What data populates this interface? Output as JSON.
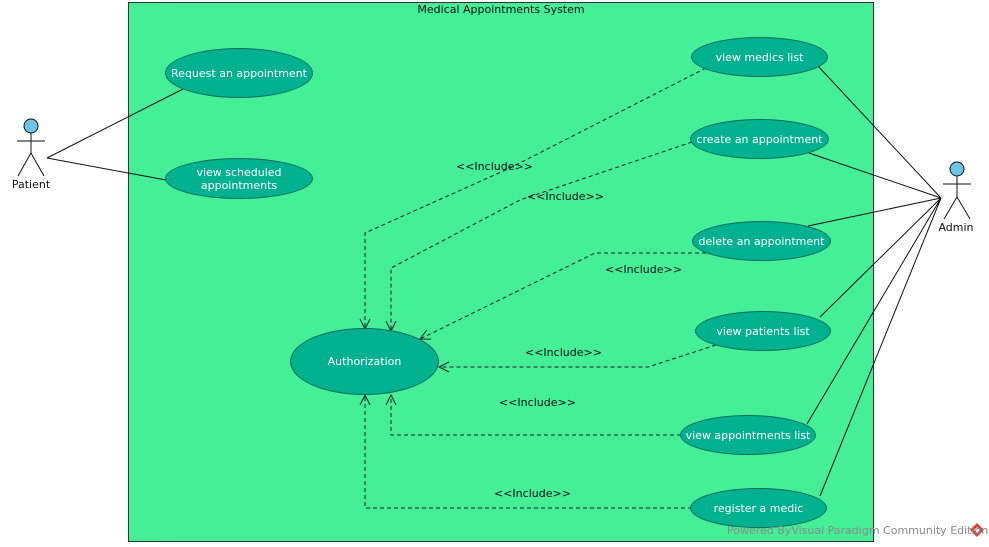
{
  "system": {
    "title": "Medical Appointments System",
    "fill_color": "#44ef98",
    "usecase_color": "#02b190",
    "actor_color": "#6cc4e8"
  },
  "actors": {
    "patient": "Patient",
    "admin": "Admin"
  },
  "use_cases": {
    "request_appointment": "Request an appointment",
    "view_scheduled_line1": "view scheduled",
    "view_scheduled_line2": "appointments",
    "view_medics_list": "view medics list",
    "create_appointment": "create an appointment",
    "delete_appointment": "delete an appointment",
    "view_patients_list": "view patients list",
    "authorization": "Authorization",
    "view_appointments_list": "view appointments list",
    "register_medic": "register a medic"
  },
  "include_label": "<<Include>>",
  "watermark": "Powered ByVisual Paradigm Community Edition"
}
